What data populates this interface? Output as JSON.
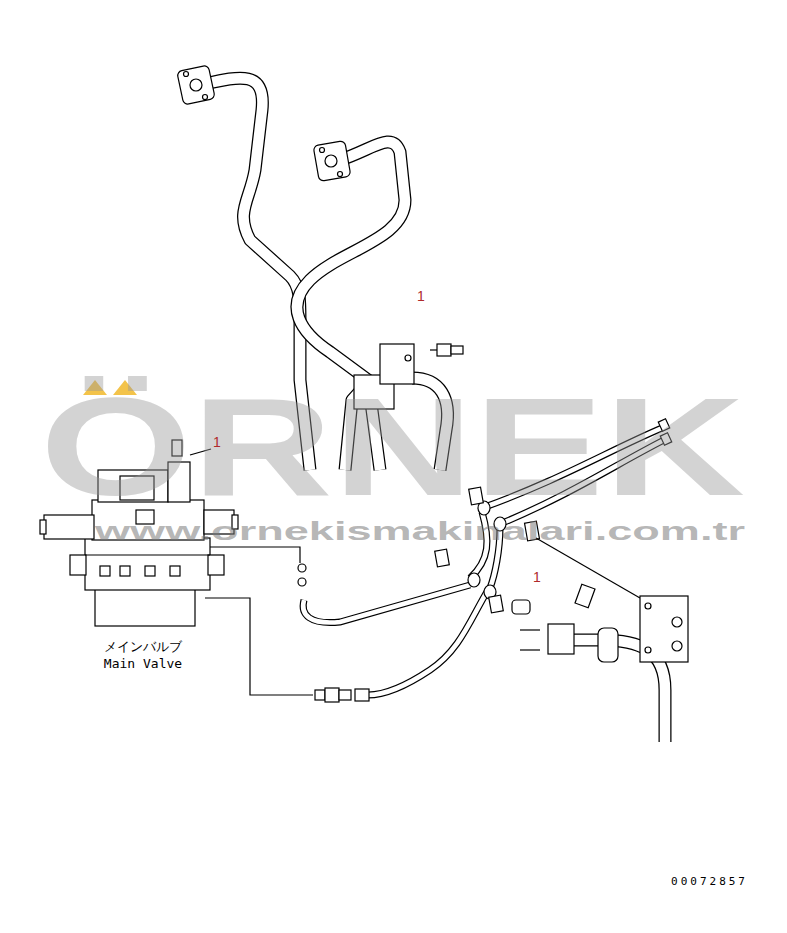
{
  "diagram": {
    "labels": [
      "ÖRNEK",
      "www.ornekismakinalari.com.tr",
      "1",
      "1",
      "1",
      "メインバルブ",
      "Main Valve",
      "00072857"
    ]
  }
}
